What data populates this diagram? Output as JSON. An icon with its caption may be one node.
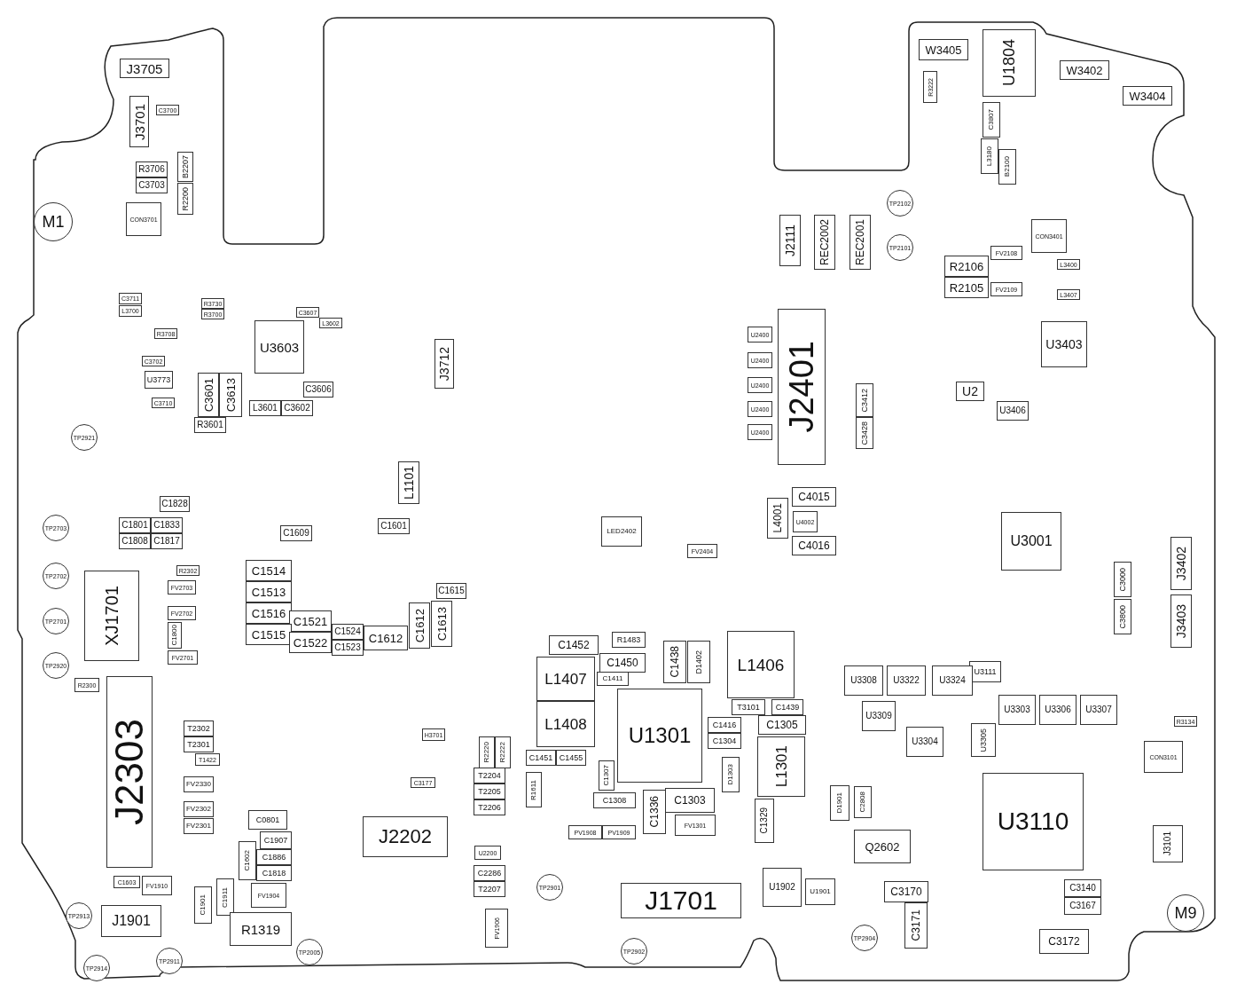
{
  "diagram": {
    "nodes": [
      {
        "text": [
          "M1"
        ]
      },
      {
        "text": [
          "J3705"
        ]
      },
      {
        "text": [
          "J3701"
        ]
      },
      {
        "text": [
          "C3700"
        ]
      },
      {
        "text": [
          "R3706"
        ]
      },
      {
        "text": [
          "C3703"
        ]
      },
      {
        "text": [
          "B2207"
        ]
      },
      {
        "text": [
          "R2200"
        ]
      },
      {
        "text": [
          "CON3701"
        ]
      },
      {
        "text": [
          "C3711"
        ]
      },
      {
        "text": [
          "L3700"
        ]
      },
      {
        "text": [
          "R3730"
        ]
      },
      {
        "text": [
          "R3700"
        ]
      },
      {
        "text": [
          "R3708"
        ]
      },
      {
        "text": [
          "C3702"
        ]
      },
      {
        "text": [
          "U3773"
        ]
      },
      {
        "text": [
          "C3710"
        ]
      },
      {
        "text": [
          "U3603"
        ]
      },
      {
        "text": [
          "C3607"
        ]
      },
      {
        "text": [
          "L3602"
        ]
      },
      {
        "text": [
          "C3606"
        ]
      },
      {
        "text": [
          "C3601"
        ]
      },
      {
        "text": [
          "C3613"
        ]
      },
      {
        "text": [
          "L3601"
        ]
      },
      {
        "text": [
          "C3602"
        ]
      },
      {
        "text": [
          "R3601"
        ]
      },
      {
        "text": [
          "TP2921"
        ]
      },
      {
        "text": [
          "J3712"
        ]
      },
      {
        "text": [
          "J2111"
        ]
      },
      {
        "text": [
          "REC2002"
        ]
      },
      {
        "text": [
          "REC2001"
        ]
      },
      {
        "text": [
          "TP2102"
        ]
      },
      {
        "text": [
          "TP2101"
        ]
      },
      {
        "text": [
          "W3405"
        ]
      },
      {
        "text": [
          "U1804"
        ]
      },
      {
        "text": [
          "W3402"
        ]
      },
      {
        "text": [
          "W3404"
        ]
      },
      {
        "text": [
          "R3222"
        ]
      },
      {
        "text": [
          "C3807"
        ]
      },
      {
        "text": [
          "L3180"
        ]
      },
      {
        "text": [
          "B2100"
        ]
      },
      {
        "text": [
          "CON3401"
        ]
      },
      {
        "text": [
          "R2106"
        ]
      },
      {
        "text": [
          "R2105"
        ]
      },
      {
        "text": [
          "FV2108"
        ]
      },
      {
        "text": [
          "FV2109"
        ]
      },
      {
        "text": [
          "L3400"
        ]
      },
      {
        "text": [
          "L3407"
        ]
      },
      {
        "text": [
          "U3403"
        ]
      },
      {
        "text": [
          "U2400"
        ]
      },
      {
        "text": [
          "U2400"
        ]
      },
      {
        "text": [
          "U2400"
        ]
      },
      {
        "text": [
          "U2400"
        ]
      },
      {
        "text": [
          "U2400"
        ]
      },
      {
        "text": [
          "J2401"
        ]
      },
      {
        "text": [
          "C3412"
        ]
      },
      {
        "text": [
          "C3428"
        ]
      },
      {
        "text": [
          "U2"
        ]
      },
      {
        "text": [
          "U3406"
        ]
      },
      {
        "text": [
          "C1828"
        ]
      },
      {
        "text": [
          "C1801"
        ]
      },
      {
        "text": [
          "C1833"
        ]
      },
      {
        "text": [
          "C1808"
        ]
      },
      {
        "text": [
          "C1817"
        ]
      },
      {
        "text": [
          "TP2703"
        ]
      },
      {
        "text": [
          "L1101"
        ]
      },
      {
        "text": [
          "C1609"
        ]
      },
      {
        "text": [
          "C1601"
        ]
      },
      {
        "text": [
          "C4015"
        ]
      },
      {
        "text": [
          "L4001"
        ]
      },
      {
        "text": [
          "U4002"
        ]
      },
      {
        "text": [
          "LED2402"
        ]
      },
      {
        "text": [
          "C4016"
        ]
      },
      {
        "text": [
          "FV2404"
        ]
      },
      {
        "text": [
          "U3001"
        ]
      },
      {
        "text": [
          "J3402"
        ]
      },
      {
        "text": [
          "C1514"
        ]
      },
      {
        "text": [
          "TP2702"
        ]
      },
      {
        "text": [
          "R2302"
        ]
      },
      {
        "text": [
          "XJ1701"
        ]
      },
      {
        "text": [
          "FV2703"
        ]
      },
      {
        "text": [
          "C1513"
        ]
      },
      {
        "text": [
          "C1615"
        ]
      },
      {
        "text": [
          "C3000"
        ]
      },
      {
        "text": [
          "C3800"
        ]
      },
      {
        "text": [
          "J3403"
        ]
      },
      {
        "text": [
          "C1516"
        ]
      },
      {
        "text": [
          "C1612"
        ]
      },
      {
        "text": [
          "C1613"
        ]
      },
      {
        "text": [
          "FV2702"
        ]
      },
      {
        "text": [
          "TP2701"
        ]
      },
      {
        "text": [
          "C1521"
        ]
      },
      {
        "text": [
          "C1800"
        ]
      },
      {
        "text": [
          "C1515"
        ]
      },
      {
        "text": [
          "C1524"
        ]
      },
      {
        "text": [
          "C1612"
        ]
      },
      {
        "text": [
          "C1522"
        ]
      },
      {
        "text": [
          "C1523"
        ]
      },
      {
        "text": [
          "R1483"
        ]
      },
      {
        "text": [
          "L1406"
        ]
      },
      {
        "text": [
          "C1452"
        ]
      },
      {
        "text": [
          "C1438"
        ]
      },
      {
        "text": [
          "D1402"
        ]
      },
      {
        "text": [
          "FV2701"
        ]
      },
      {
        "text": [
          "TP2920"
        ]
      },
      {
        "text": [
          "C1450"
        ]
      },
      {
        "text": [
          "L1407"
        ]
      },
      {
        "text": [
          "U3111"
        ]
      },
      {
        "text": [
          "U3308"
        ]
      },
      {
        "text": [
          "U3322"
        ]
      },
      {
        "text": [
          "U3324"
        ]
      },
      {
        "text": [
          "C1411"
        ]
      },
      {
        "text": [
          "J2303"
        ]
      },
      {
        "text": [
          "R2300"
        ]
      },
      {
        "text": [
          "U1301"
        ]
      },
      {
        "text": [
          "U3303"
        ]
      },
      {
        "text": [
          "U3306"
        ]
      },
      {
        "text": [
          "U3307"
        ]
      },
      {
        "text": [
          "T3101"
        ]
      },
      {
        "text": [
          "C1439"
        ]
      },
      {
        "text": [
          "L1408"
        ]
      },
      {
        "text": [
          "U3309"
        ]
      },
      {
        "text": [
          "R3134"
        ]
      },
      {
        "text": [
          "C1305"
        ]
      },
      {
        "text": [
          "C1416"
        ]
      },
      {
        "text": [
          "T2302"
        ]
      },
      {
        "text": [
          "U3305"
        ]
      },
      {
        "text": [
          "U3304"
        ]
      },
      {
        "text": [
          "H3701"
        ]
      },
      {
        "text": [
          "C1304"
        ]
      },
      {
        "text": [
          "L1301"
        ]
      },
      {
        "text": [
          "T2301"
        ]
      },
      {
        "text": [
          "R2220"
        ]
      },
      {
        "text": [
          "R2222"
        ]
      },
      {
        "text": [
          "CON3101"
        ]
      },
      {
        "text": [
          "C1451"
        ]
      },
      {
        "text": [
          "C1455"
        ]
      },
      {
        "text": [
          "T1422"
        ]
      },
      {
        "text": [
          "D1303"
        ]
      },
      {
        "text": [
          "C1307"
        ]
      },
      {
        "text": [
          "T2204"
        ]
      },
      {
        "text": [
          "R1611"
        ]
      },
      {
        "text": [
          "U3110"
        ]
      },
      {
        "text": [
          "FV2330"
        ]
      },
      {
        "text": [
          "C3177"
        ]
      },
      {
        "text": [
          "T2205"
        ]
      },
      {
        "text": [
          "D1901"
        ]
      },
      {
        "text": [
          "C2808"
        ]
      },
      {
        "text": [
          "C1303"
        ]
      },
      {
        "text": [
          "C1336"
        ]
      },
      {
        "text": [
          "C1308"
        ]
      },
      {
        "text": [
          "C1329"
        ]
      },
      {
        "text": [
          "T2206"
        ]
      },
      {
        "text": [
          "FV2302"
        ]
      },
      {
        "text": [
          "C0801"
        ]
      },
      {
        "text": [
          "FV1301"
        ]
      },
      {
        "text": [
          "J2202"
        ]
      },
      {
        "text": [
          "FV2301"
        ]
      },
      {
        "text": [
          "PV1908"
        ]
      },
      {
        "text": [
          "PV1909"
        ]
      },
      {
        "text": [
          "J3101"
        ]
      },
      {
        "text": [
          "Q2602"
        ]
      },
      {
        "text": [
          "C1907"
        ]
      },
      {
        "text": [
          "C1602"
        ]
      },
      {
        "text": [
          "U2200"
        ]
      },
      {
        "text": [
          "C1886"
        ]
      },
      {
        "text": [
          "C1818"
        ]
      },
      {
        "text": [
          "C2286"
        ]
      },
      {
        "text": [
          "U1902"
        ]
      },
      {
        "text": [
          "TP2901"
        ]
      },
      {
        "text": [
          "C1603"
        ]
      },
      {
        "text": [
          "FV1910"
        ]
      },
      {
        "text": [
          "C1911"
        ]
      },
      {
        "text": [
          "U1901"
        ]
      },
      {
        "text": [
          "C3140"
        ]
      },
      {
        "text": [
          "C3170"
        ]
      },
      {
        "text": [
          "T2207"
        ]
      },
      {
        "text": [
          "J1701"
        ]
      },
      {
        "text": [
          "FV1904"
        ]
      },
      {
        "text": [
          "C1901"
        ]
      },
      {
        "text": [
          "M9"
        ]
      },
      {
        "text": [
          "C3167"
        ]
      },
      {
        "text": [
          "C3171"
        ]
      },
      {
        "text": [
          "TP2913"
        ]
      },
      {
        "text": [
          "J1901"
        ]
      },
      {
        "text": [
          "FV1906"
        ]
      },
      {
        "text": [
          "R1319"
        ]
      },
      {
        "text": [
          "TP2904"
        ]
      },
      {
        "text": [
          "C3172"
        ]
      },
      {
        "text": [
          "TP2902"
        ]
      },
      {
        "text": [
          "TP2005"
        ]
      },
      {
        "text": [
          "TP2911"
        ]
      },
      {
        "text": [
          "TP2914"
        ]
      }
    ],
    "edges": []
  }
}
